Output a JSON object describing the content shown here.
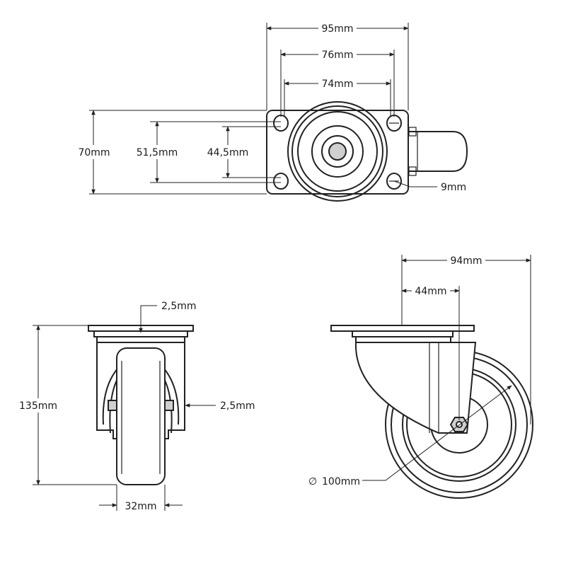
{
  "top_view": {
    "width_outer": "95mm",
    "hole_spacing_outer": "76mm",
    "hole_spacing_inner": "74mm",
    "height_outer": "70mm",
    "hole_height_outer": "51,5mm",
    "hole_height_inner": "44,5mm",
    "hole_diameter": "9mm"
  },
  "front_view": {
    "plate_thickness": "2,5mm",
    "fork_thickness": "2,5mm",
    "total_height": "135mm",
    "wheel_width": "32mm"
  },
  "side_view": {
    "offset_total": "94mm",
    "swivel_offset": "44mm",
    "wheel_diameter_symbol": "∅",
    "wheel_diameter": "100mm"
  }
}
